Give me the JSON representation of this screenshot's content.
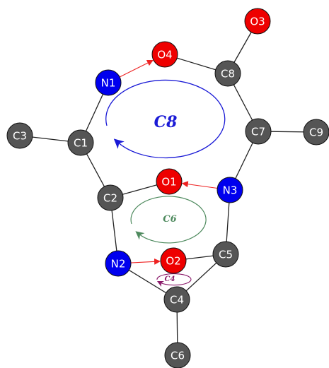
{
  "colors": {
    "carbon": "#555555",
    "nitrogen": "#0000ee",
    "oxygen": "#ee0000",
    "bond": "#222222",
    "hbond": "#ee2222",
    "ring_c8": "#1a1ad6",
    "ring_c6": "#4e8a5e",
    "ring_c4": "#8a1a6a"
  },
  "atoms": [
    {
      "id": "N1",
      "label": "N1",
      "element": "N"
    },
    {
      "id": "O4",
      "label": "O4",
      "element": "O"
    },
    {
      "id": "O3",
      "label": "O3",
      "element": "O"
    },
    {
      "id": "C8",
      "label": "C8",
      "element": "C"
    },
    {
      "id": "C3",
      "label": "C3",
      "element": "C"
    },
    {
      "id": "C1",
      "label": "C1",
      "element": "C"
    },
    {
      "id": "C7",
      "label": "C7",
      "element": "C"
    },
    {
      "id": "C9",
      "label": "C9",
      "element": "C"
    },
    {
      "id": "O1",
      "label": "O1",
      "element": "O"
    },
    {
      "id": "N3",
      "label": "N3",
      "element": "N"
    },
    {
      "id": "C2",
      "label": "C2",
      "element": "C"
    },
    {
      "id": "N2",
      "label": "N2",
      "element": "N"
    },
    {
      "id": "O2",
      "label": "O2",
      "element": "O"
    },
    {
      "id": "C5",
      "label": "C5",
      "element": "C"
    },
    {
      "id": "C4",
      "label": "C4",
      "element": "C"
    },
    {
      "id": "C6",
      "label": "C6",
      "element": "C"
    }
  ],
  "bonds": [
    [
      "N1",
      "C1"
    ],
    [
      "O4",
      "C8"
    ],
    [
      "O3",
      "C8"
    ],
    [
      "C8",
      "C7"
    ],
    [
      "C3",
      "C1"
    ],
    [
      "C1",
      "C2"
    ],
    [
      "C7",
      "C9"
    ],
    [
      "C7",
      "N3"
    ],
    [
      "C2",
      "O1"
    ],
    [
      "C2",
      "N2"
    ],
    [
      "N3",
      "C5"
    ],
    [
      "C5",
      "O2"
    ],
    [
      "C5",
      "C4"
    ],
    [
      "N2",
      "C4"
    ],
    [
      "C4",
      "C6"
    ]
  ],
  "hbonds": [
    {
      "from": "N1",
      "to": "O4"
    },
    {
      "from": "N3",
      "to": "O1"
    },
    {
      "from": "N2",
      "to": "O2"
    }
  ],
  "rings": [
    {
      "id": "c8",
      "label": "C8"
    },
    {
      "id": "c6",
      "label": "C6"
    },
    {
      "id": "c4",
      "label": "C4"
    }
  ]
}
